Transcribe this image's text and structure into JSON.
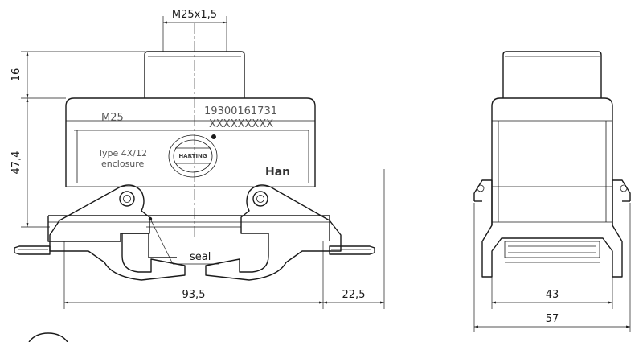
{
  "dimensions": {
    "thread": "M25x1,5",
    "height_top": "16",
    "height_body": "47,4",
    "width_main": "93,5",
    "width_ext": "22,5",
    "side_inner": "43",
    "side_outer": "57"
  },
  "markings": {
    "size": "M25",
    "part_number": "19300161731",
    "code": "XXXXXXXXX",
    "type_line1": "Type 4X/12",
    "type_line2": "enclosure",
    "brand": "HARTING",
    "product": "Han"
  },
  "labels": {
    "seal": "seal"
  }
}
